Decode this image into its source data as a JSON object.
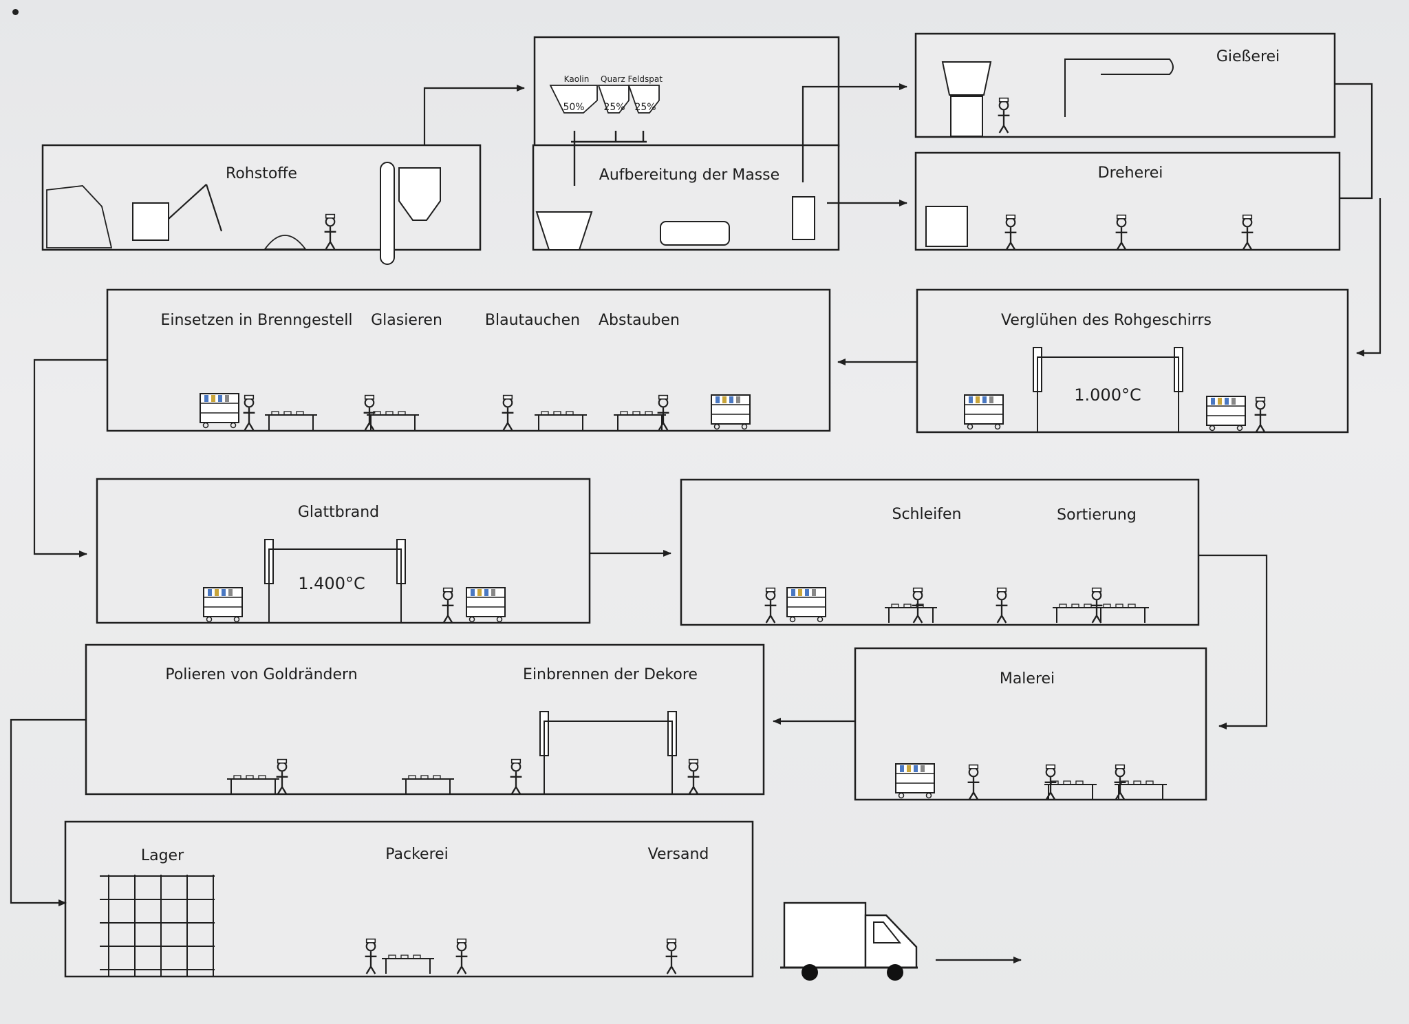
{
  "stages": {
    "rohstoffe": "Rohstoffe",
    "aufbereitung": "Aufbereitung der Masse",
    "giesserei": "Gießerei",
    "dreherei": "Dreherei",
    "vergluehen": "Verglühen des Rohgeschirrs",
    "einsetzen": "Einsetzen in Brenngestell",
    "glasieren": "Glasieren",
    "blautauchen": "Blautauchen",
    "abstauben": "Abstauben",
    "glattbrand": "Glattbrand",
    "schleifen": "Schleifen",
    "sortierung": "Sortierung",
    "polieren": "Polieren von Goldrändern",
    "einbrennen": "Einbrennen der Dekore",
    "malerei": "Malerei",
    "lager": "Lager",
    "packerei": "Packerei",
    "versand": "Versand"
  },
  "mix": {
    "kaolin": "Kaolin",
    "quarz_feldspat": "Quarz Feldspat",
    "kaolin_pct": "50%",
    "quarz_pct": "25%",
    "feldspat_pct": "25%"
  },
  "temps": {
    "vergluehen": "1.000°C",
    "glattbrand": "1.400°C"
  },
  "colors": {
    "line": "#1f1f1f",
    "background": "#e9eaeb",
    "box_fill": "#ececed",
    "accent_blue": "#4a78c2",
    "accent_gold": "#c9a53a"
  }
}
